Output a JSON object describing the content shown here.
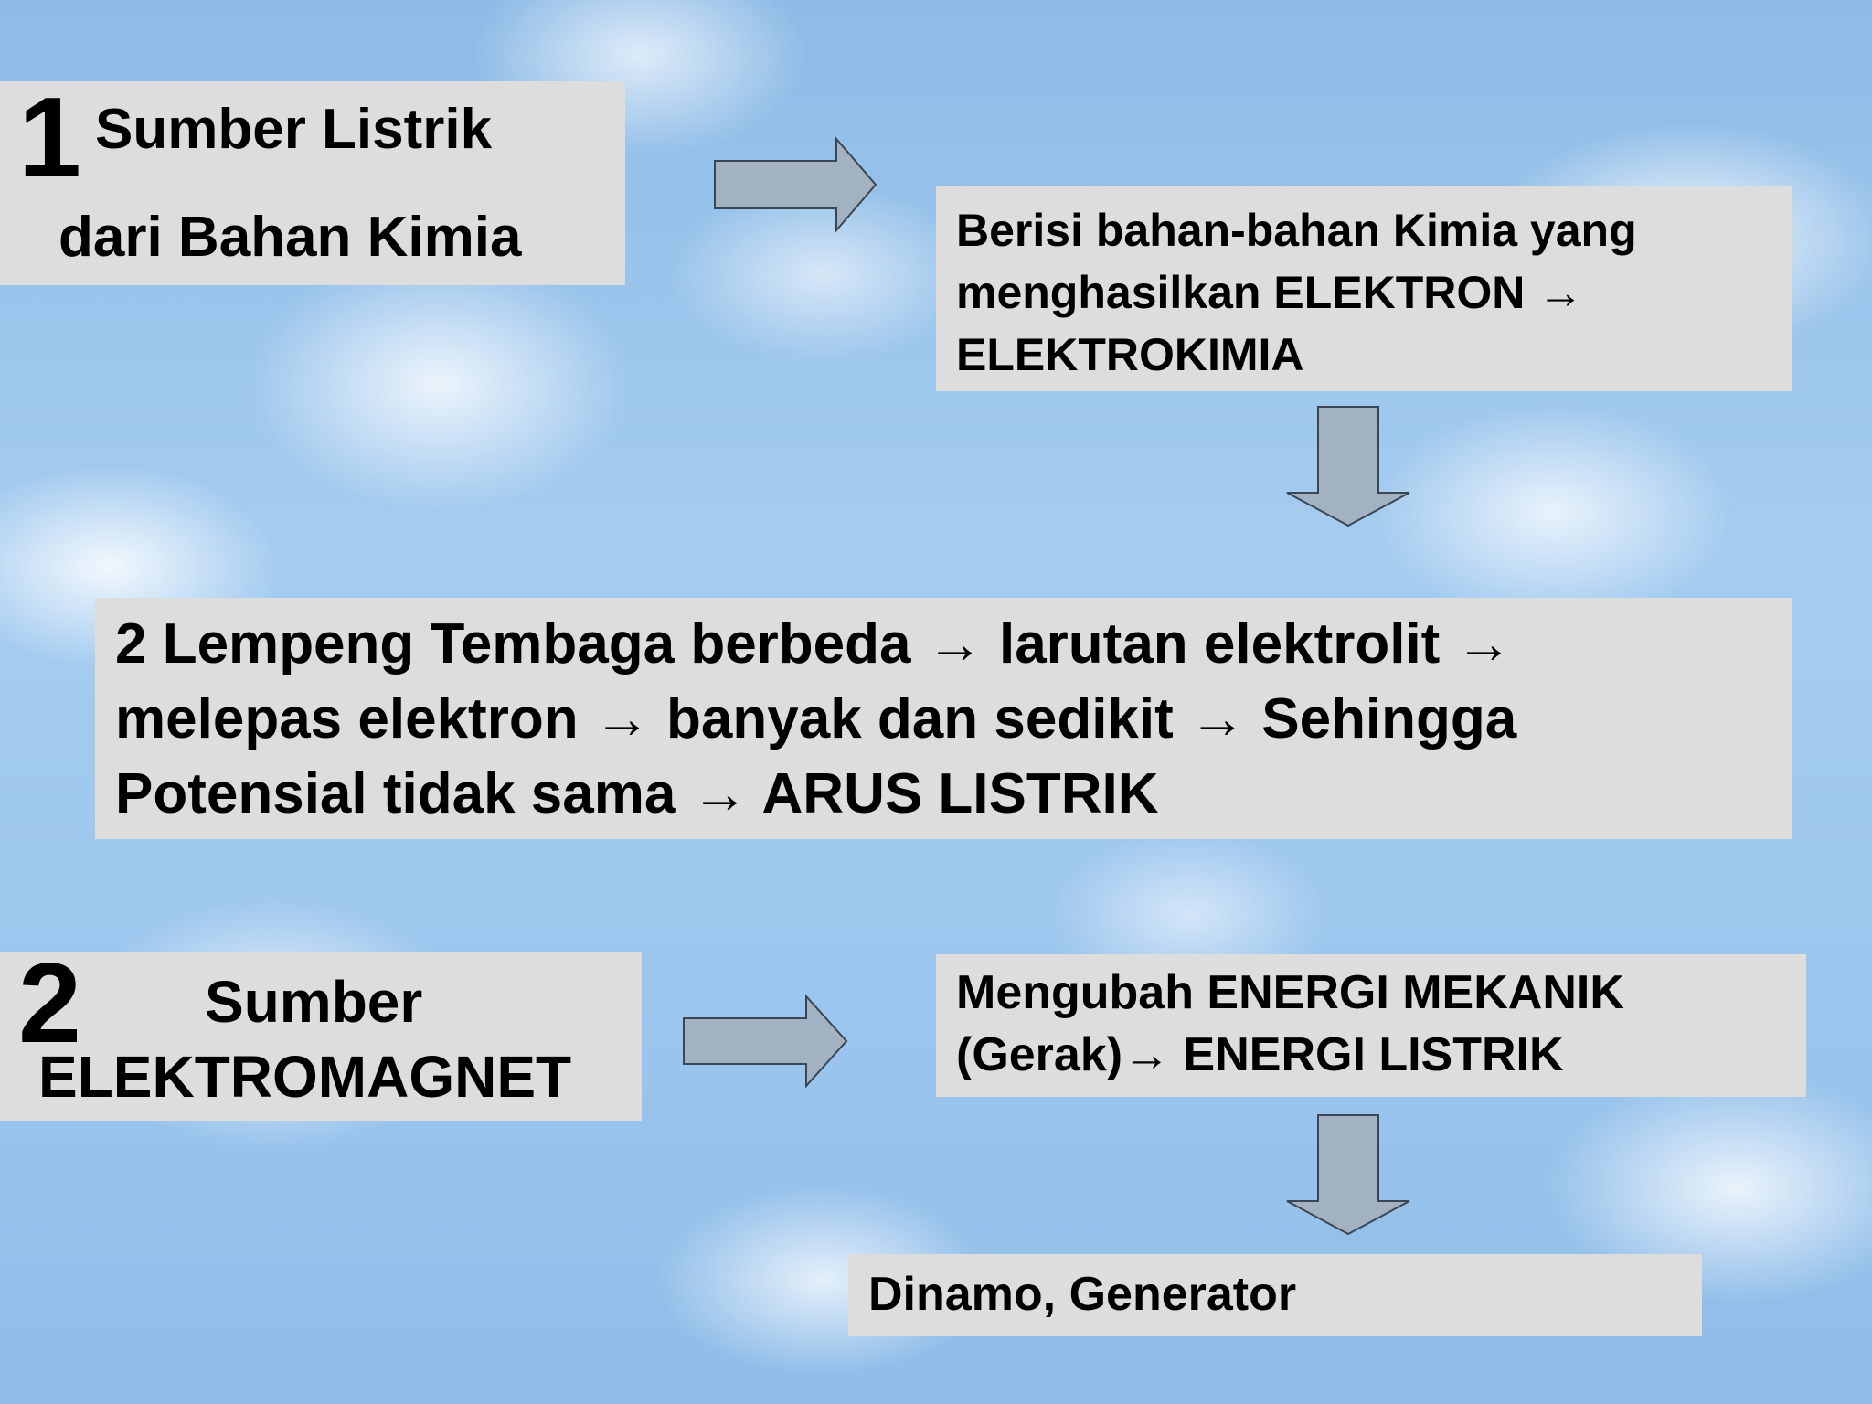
{
  "box1": {
    "number": "1",
    "line1": "Sumber Listrik",
    "line2": "dari Bahan Kimia"
  },
  "box_kimia": {
    "lines": [
      "Berisi bahan-bahan Kimia yang",
      "menghasilkan ELEKTRON →",
      "ELEKTROKIMIA"
    ]
  },
  "box_process": {
    "lines": [
      "2 Lempeng Tembaga  berbeda → larutan elektrolit →",
      "melepas elektron → banyak dan sedikit → Sehingga",
      "Potensial tidak sama →  ARUS LISTRIK"
    ]
  },
  "box2": {
    "number": "2",
    "line1": "Sumber",
    "line2": "ELEKTROMAGNET"
  },
  "box_mekanik": {
    "lines": [
      "Mengubah ENERGI MEKANIK",
      "(Gerak)→ ENERGI LISTRIK"
    ]
  },
  "box_dinamo": {
    "text": "Dinamo, Generator"
  },
  "colors": {
    "box_fill": "#dddddd",
    "arrow_fill": "#a3b2c2",
    "arrow_stroke": "#3b4652"
  }
}
